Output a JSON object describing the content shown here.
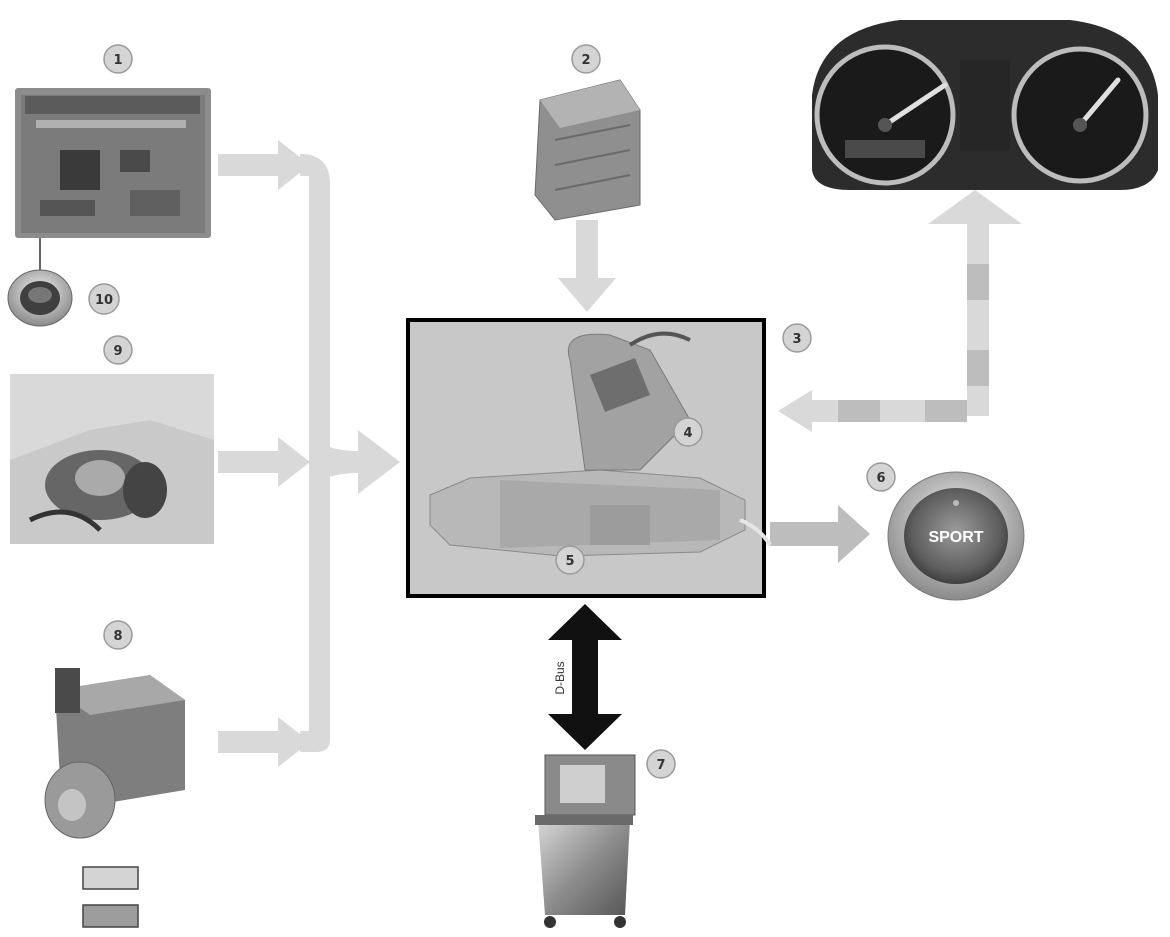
{
  "labels": {
    "n1": "1",
    "n2": "2",
    "n3": "3",
    "n4": "4",
    "n5": "5",
    "n6": "6",
    "n7": "7",
    "n8": "8",
    "n9": "9",
    "n10": "10"
  },
  "sport_button": {
    "text": "SPORT"
  },
  "dbus": {
    "label": "D-Bus"
  },
  "colors": {
    "signal_light": "#d9d9d9",
    "signal_mid": "#bdbdbd",
    "bus_dark": "#111111",
    "legend_light": "#d4d4d4",
    "legend_dark": "#9d9d9d"
  },
  "legend": [
    {
      "swatch": "light",
      "label": ""
    },
    {
      "swatch": "dark",
      "label": ""
    }
  ]
}
